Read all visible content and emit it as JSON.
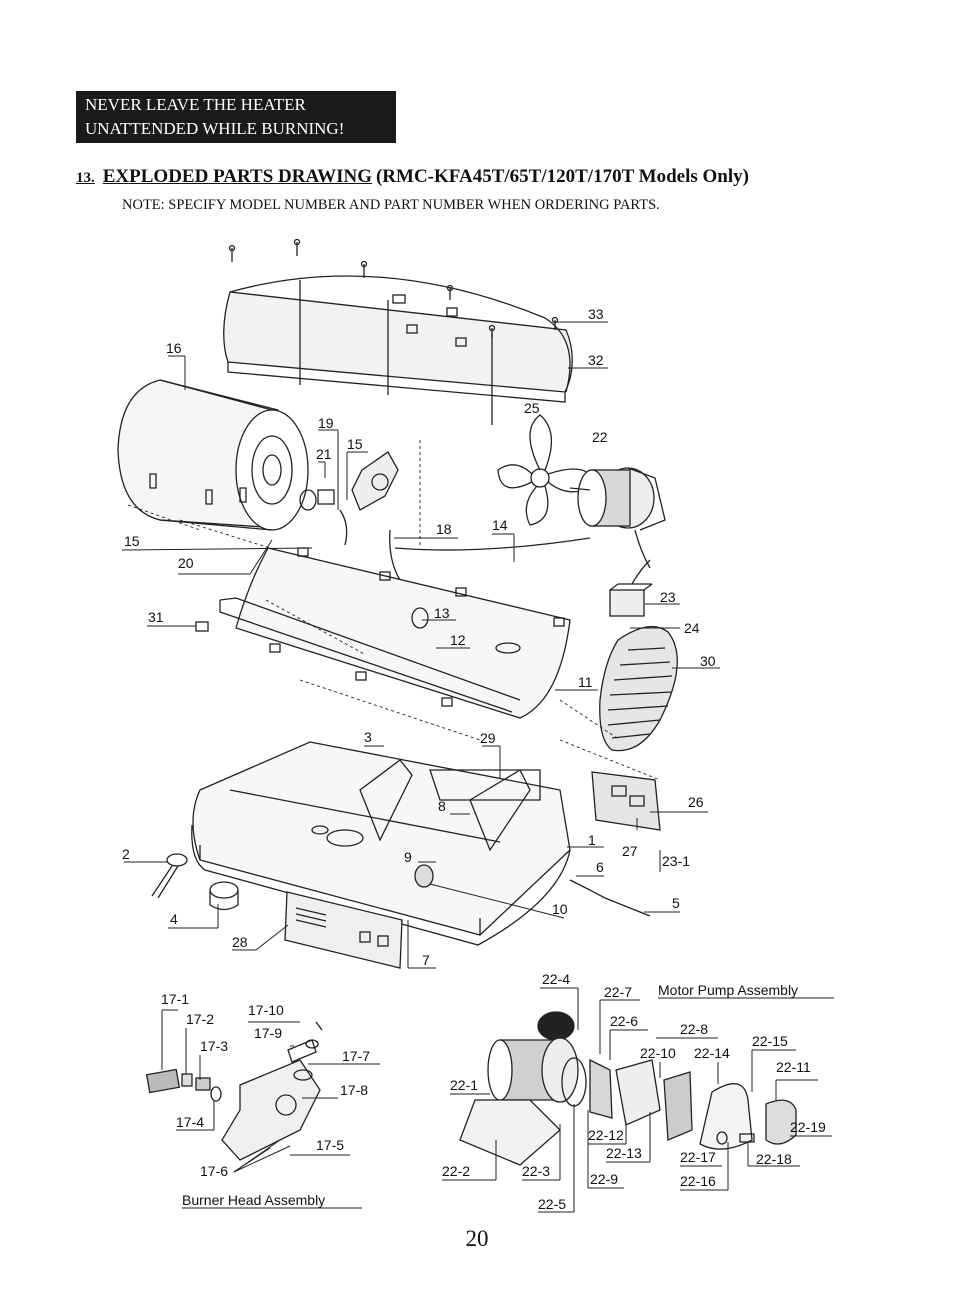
{
  "warning": {
    "line1": "NEVER LEAVE THE HEATER",
    "line2": "UNATTENDED WHILE BURNING!"
  },
  "heading": {
    "number": "13.",
    "title": "EXPLODED PARTS DRAWING",
    "models": "(RMC-KFA45T/65T/120T/170T  Models Only)"
  },
  "note": "NOTE:  SPECIFY MODEL NUMBER AND PART NUMBER WHEN ORDERING PARTS.",
  "callouts": {
    "c33": "33",
    "c32": "32",
    "c16": "16",
    "c25": "25",
    "c22": "22",
    "c19": "19",
    "c21": "21",
    "c15a": "15",
    "c15b": "15",
    "c18": "18",
    "c14": "14",
    "c20": "20",
    "c31": "31",
    "c13": "13",
    "c12": "12",
    "c23": "23",
    "c24": "24",
    "c30": "30",
    "c11": "11",
    "c3": "3",
    "c29": "29",
    "c26": "26",
    "c8": "8",
    "c1": "1",
    "c27": "27",
    "c23_1": "23-1",
    "c2": "2",
    "c9": "9",
    "c6": "6",
    "c5": "5",
    "c4": "4",
    "c10": "10",
    "c28": "28",
    "c7": "7"
  },
  "burner_head": {
    "title": "Burner Head Assembly",
    "labels": {
      "p17_1": "17-1",
      "p17_2": "17-2",
      "p17_3": "17-3",
      "p17_4": "17-4",
      "p17_5": "17-5",
      "p17_6": "17-6",
      "p17_7": "17-7",
      "p17_8": "17-8",
      "p17_9": "17-9",
      "p17_10": "17-10"
    }
  },
  "motor_pump": {
    "title": "Motor Pump Assembly",
    "labels": {
      "p22_1": "22-1",
      "p22_2": "22-2",
      "p22_3": "22-3",
      "p22_4": "22-4",
      "p22_5": "22-5",
      "p22_6": "22-6",
      "p22_7": "22-7",
      "p22_8": "22-8",
      "p22_9": "22-9",
      "p22_10": "22-10",
      "p22_11": "22-11",
      "p22_12": "22-12",
      "p22_13": "22-13",
      "p22_14": "22-14",
      "p22_15": "22-15",
      "p22_16": "22-16",
      "p22_17": "22-17",
      "p22_18": "22-18",
      "p22_19": "22-19"
    }
  },
  "page_number": "20"
}
